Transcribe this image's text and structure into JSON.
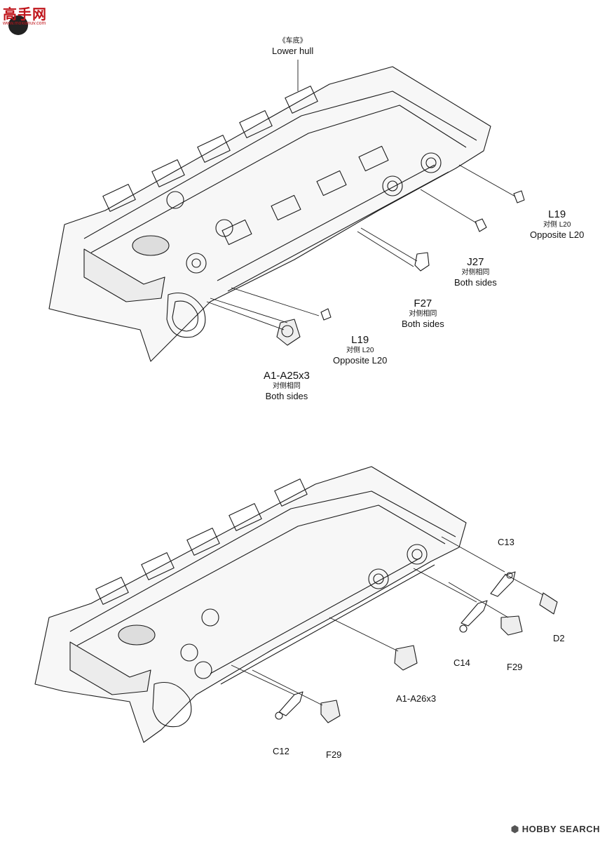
{
  "logo": {
    "mark": "高手网",
    "url": "www.moxianuv.com"
  },
  "top": {
    "hull_cn": "《车底》",
    "hull_en": "Lower hull",
    "l19_a": {
      "part": "L19",
      "cn": "对侧 L20",
      "en": "Opposite L20"
    },
    "j27": {
      "part": "J27",
      "cn": "对侧相同",
      "en": "Both sides"
    },
    "f27": {
      "part": "F27",
      "cn": "对侧相同",
      "en": "Both sides"
    },
    "l19_b": {
      "part": "L19",
      "cn": "对侧 L20",
      "en": "Opposite L20"
    },
    "a1": {
      "part": "A1-A25x3",
      "cn": "对侧相同",
      "en": "Both sides"
    }
  },
  "bottom": {
    "c13": "C13",
    "d2": "D2",
    "c14": "C14",
    "f29_a": "F29",
    "a1": "A1-A26x3",
    "c12": "C12",
    "f29_b": "F29"
  },
  "watermark": {
    "symbol": "⬢",
    "text": "HOBBY SEARCH"
  }
}
